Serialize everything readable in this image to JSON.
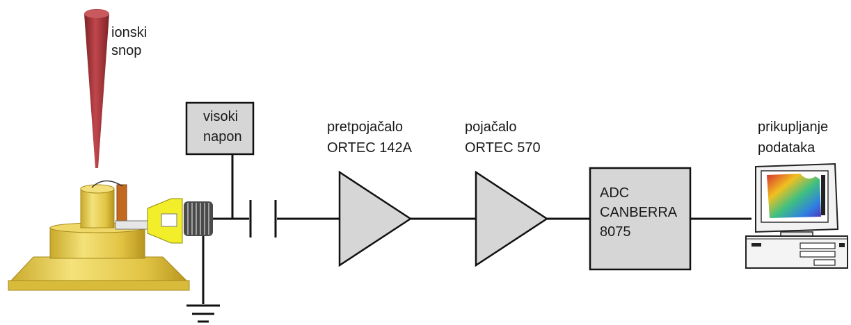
{
  "labels": {
    "ion_beam": {
      "line1": "ionski",
      "line2": "snop"
    },
    "high_voltage": {
      "line1": "visoki",
      "line2": "napon"
    },
    "preamplifier": {
      "line1": "pretpojačalo",
      "line2": "ORTEC 142A"
    },
    "amplifier": {
      "line1": "pojačalo",
      "line2": "ORTEC 570"
    },
    "adc": {
      "line1": "ADC",
      "line2": "CANBERRA",
      "line3": "8075"
    },
    "data_acquisition": {
      "line1": "prikupljanje",
      "line2": "podataka"
    }
  },
  "colors": {
    "beam": "#a8353a",
    "chamber_gold": "#e8cf4f",
    "detector_yellow": "#f2ee2a",
    "component_fill": "#d6d6d6",
    "wire": "#111111"
  }
}
